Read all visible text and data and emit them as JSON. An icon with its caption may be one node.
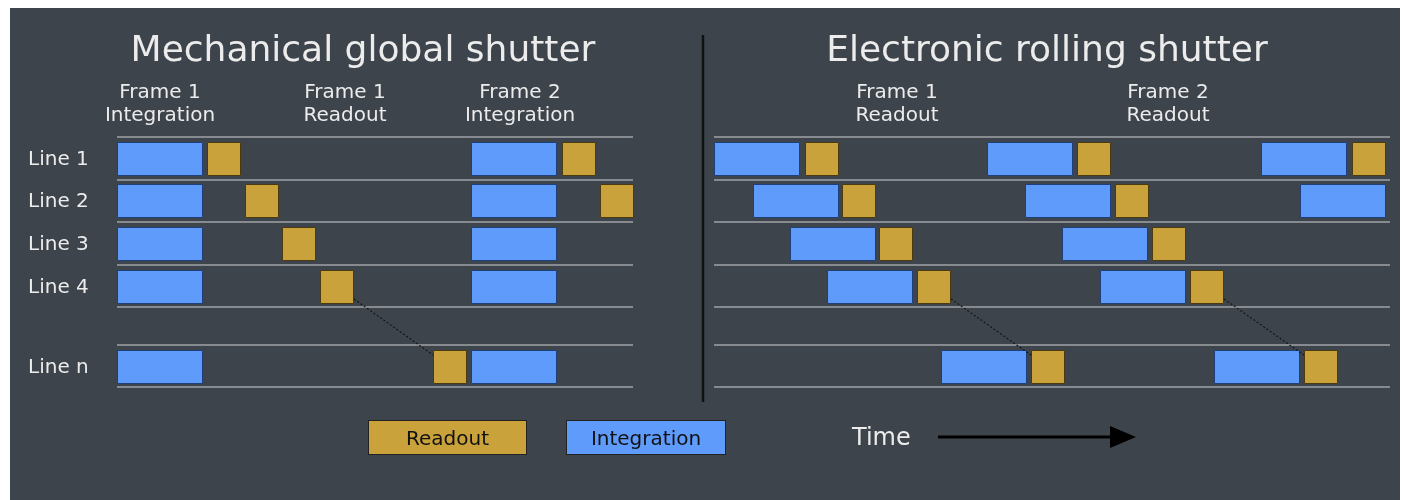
{
  "diagram": {
    "nodes": [
      {
        "text": [],
        "shape": "box"
      },
      {
        "text": [],
        "shape": "box"
      },
      {
        "text": [],
        "shape": "box"
      },
      {
        "text": [],
        "shape": "box"
      },
      {
        "text": [],
        "shape": "box"
      },
      {
        "text": [],
        "shape": "box"
      },
      {
        "text": [],
        "shape": "box"
      },
      {
        "text": [],
        "shape": "box"
      },
      {
        "text": [],
        "shape": "box"
      },
      {
        "text": [],
        "shape": "box"
      },
      {
        "text": [],
        "shape": "box"
      },
      {
        "text": [],
        "shape": "box"
      },
      {
        "text": [],
        "shape": "box"
      },
      {
        "text": [],
        "shape": "box"
      },
      {
        "text": [],
        "shape": "box"
      },
      {
        "text": [],
        "shape": "box"
      },
      {
        "text": [],
        "shape": "box"
      },
      {
        "text": [],
        "shape": "box"
      },
      {
        "text": [],
        "shape": "box"
      },
      {
        "text": [],
        "shape": "box"
      },
      {
        "text": [],
        "shape": "box"
      },
      {
        "text": [],
        "shape": "box"
      },
      {
        "text": [],
        "shape": "box"
      },
      {
        "text": [],
        "shape": "box"
      },
      {
        "text": [],
        "shape": "box"
      },
      {
        "text": [],
        "shape": "box"
      },
      {
        "text": [],
        "shape": "box"
      },
      {
        "text": [],
        "shape": "box"
      },
      {
        "text": [],
        "shape": "box"
      },
      {
        "text": [],
        "shape": "box"
      },
      {
        "text": [],
        "shape": "box"
      },
      {
        "text": [],
        "shape": "box"
      },
      {
        "text": [],
        "shape": "box"
      },
      {
        "text": [],
        "shape": "box"
      },
      {
        "text": [],
        "shape": "box"
      },
      {
        "text": [],
        "shape": "box"
      },
      {
        "text": [],
        "shape": "box"
      },
      {
        "text": [],
        "shape": "box"
      },
      {
        "text": [],
        "shape": "box"
      },
      {
        "text": [],
        "shape": "box"
      }
    ],
    "edges": [
      {
        "from": 12,
        "to": 15,
        "arrow": "none",
        "style": "dashed"
      },
      {
        "from": 33,
        "to": 37,
        "arrow": "none",
        "style": "dashed"
      },
      {
        "from": 35,
        "to": 39,
        "arrow": "none",
        "style": "dashed"
      }
    ],
    "labels": [
      "Mechanical global shutter",
      "Electronic rolling shutter",
      "Frame 1 Integration",
      "Frame 1 Readout",
      "Frame 2 Integration",
      "Frame 1 Readout",
      "Frame 2 Readout",
      "Line 1",
      "Line 2",
      "Line 3",
      "Line 4",
      "Line n",
      "Time"
    ],
    "legend": [
      {
        "text": "Readout",
        "color": "#c9a23c"
      },
      {
        "text": "Integration",
        "color": "#5e9bfb"
      }
    ]
  }
}
